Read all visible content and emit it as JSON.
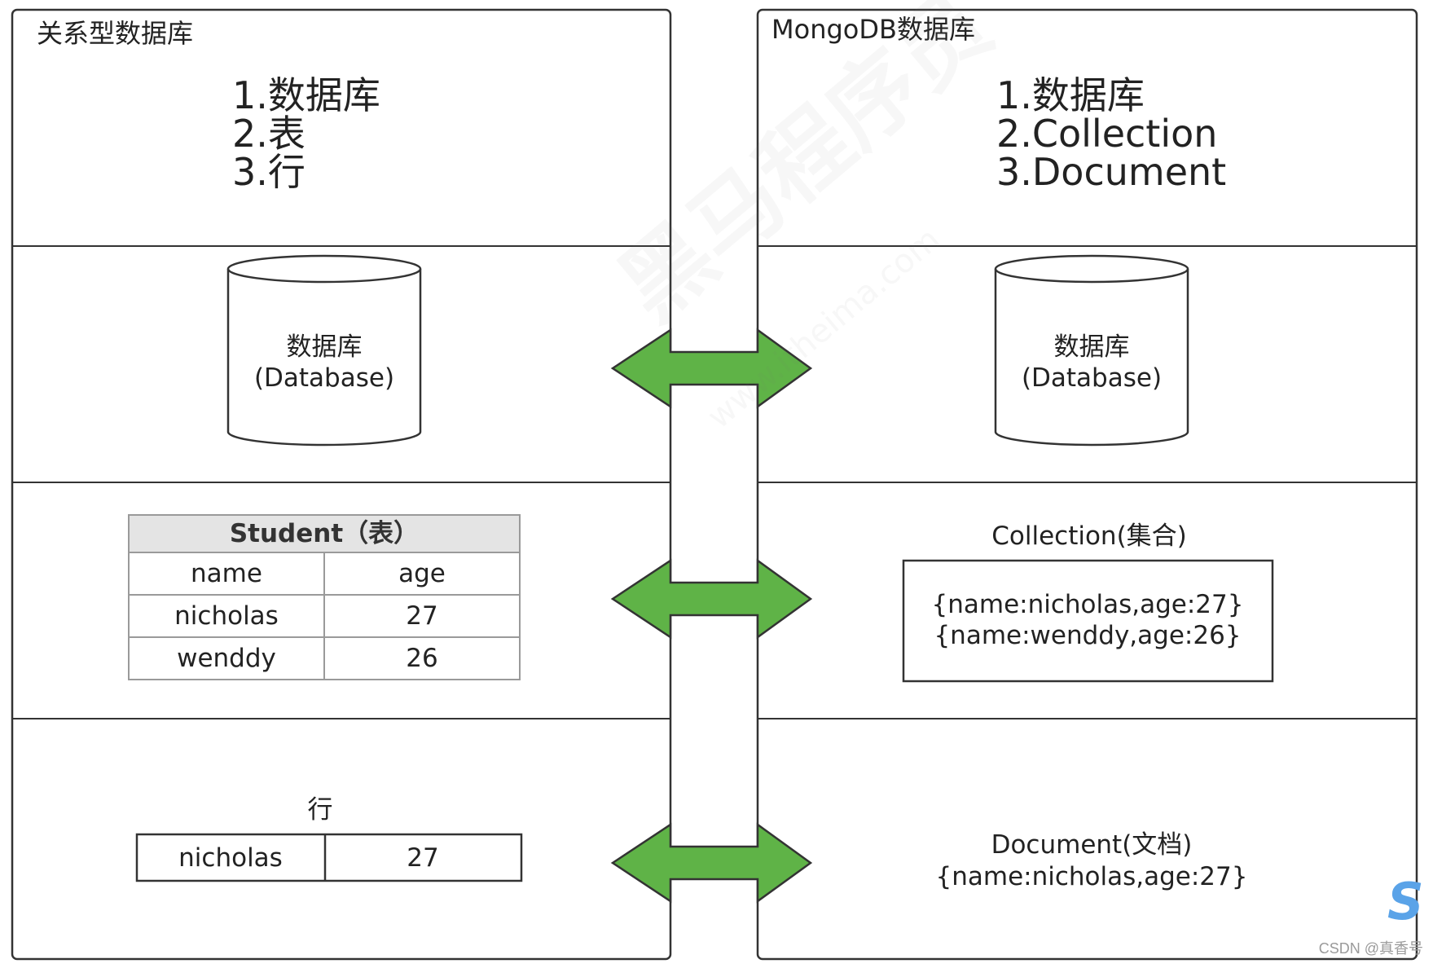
{
  "left_panel": {
    "title": "关系型数据库",
    "list": [
      "1.数据库",
      "2.表",
      "3.行"
    ],
    "database_label_cn": "数据库",
    "database_label_en": "(Database)",
    "table": {
      "caption": "Student（表）",
      "headers": [
        "name",
        "age"
      ],
      "rows": [
        [
          "nicholas",
          "27"
        ],
        [
          "wenddy",
          "26"
        ]
      ]
    },
    "row_section": {
      "label": "行",
      "cells": [
        "nicholas",
        "27"
      ]
    }
  },
  "right_panel": {
    "title": "MongoDB数据库",
    "list": [
      "1.数据库",
      "2.Collection",
      "3.Document"
    ],
    "database_label_cn": "数据库",
    "database_label_en": "(Database)",
    "collection": {
      "label": "Collection(集合)",
      "docs": [
        "{name:nicholas,age:27}",
        "{name:wenddy,age:26}"
      ]
    },
    "document": {
      "label": "Document(文档)",
      "doc": "{name:nicholas,age:27}"
    }
  },
  "colors": {
    "arrow_fill": "#5fb347",
    "arrow_stroke": "#333333",
    "table_header_bg": "#e4e4e4",
    "cell_border": "#9a9a9a"
  },
  "watermark": {
    "brand": "黑马程序员",
    "url": "www.itheima.com"
  },
  "credit": "CSDN @真香号",
  "badge": "S"
}
